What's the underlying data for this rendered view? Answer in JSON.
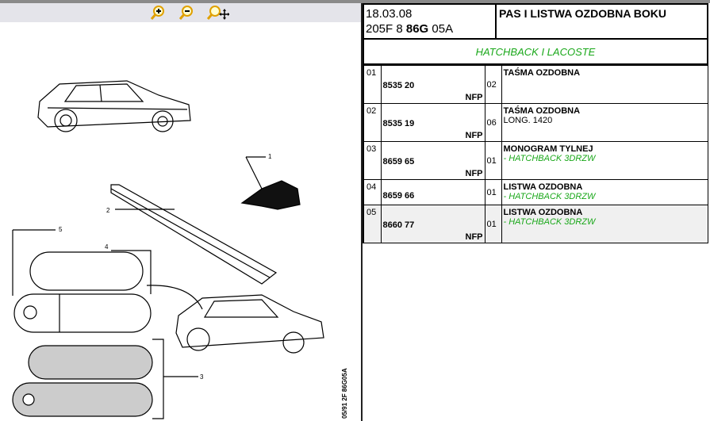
{
  "toolbar": {
    "zoom_in": "zoom-in",
    "zoom_out": "zoom-out",
    "zoom_fit": "zoom-fit-pan"
  },
  "header": {
    "date": "18.03.08",
    "code_prefix": "205F 8 ",
    "code_bold": "86G",
    "code_suffix": " 05A",
    "title": "PAS I LISTWA OZDOBNA BOKU",
    "subtitle": "HATCHBACK I LACOSTE"
  },
  "rows": [
    {
      "num": "01",
      "ref": "8535 20",
      "nfp": "NFP",
      "qty": "02",
      "name": "TAŚMA OZDOBNA",
      "note": ""
    },
    {
      "num": "02",
      "ref": "8535 19",
      "nfp": "NFP",
      "qty": "06",
      "name": "TAŚMA OZDOBNA",
      "note": "LONG. 1420"
    },
    {
      "num": "03",
      "ref": "8659 65",
      "nfp": "NFP",
      "qty": "01",
      "name": "MONOGRAM TYLNEJ",
      "note": "- HATCHBACK 3DRZW"
    },
    {
      "num": "04",
      "ref": "8659 66",
      "nfp": "",
      "qty": "01",
      "name": "LISTWA OZDOBNA",
      "note": "- HATCHBACK 3DRZW"
    },
    {
      "num": "05",
      "ref": "8660 77",
      "nfp": "NFP",
      "qty": "01",
      "name": "LISTWA OZDOBNA",
      "note": "- HATCHBACK 3DRZW"
    }
  ],
  "diagram": {
    "callouts": [
      "1",
      "2",
      "3",
      "4",
      "5"
    ],
    "stamp": "05/91 2F 86G05A"
  },
  "colors": {
    "green": "#1aa81a",
    "toolbar": "#e4e4ea"
  }
}
